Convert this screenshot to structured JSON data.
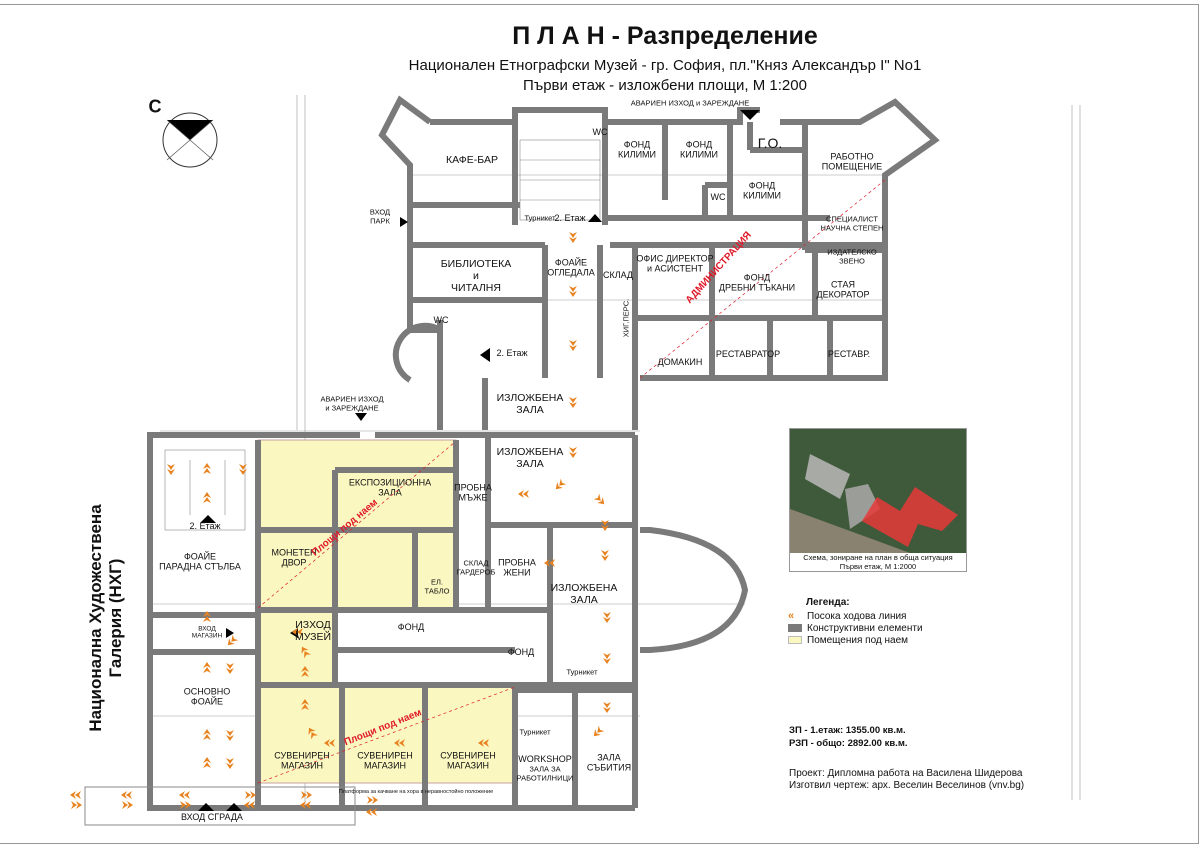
{
  "header": {
    "title": "П Л А Н - Разпределение",
    "subtitle": "Национален Етнографски Музей - гр. София, пл.\"Княз Александър I\" No1",
    "subtitle2": "Първи етаж - изложбени площи, М 1:200"
  },
  "compass": {
    "north_label": "С"
  },
  "neighbor": "Национална Художествена\nГалерия (НХГ)",
  "rooms": [
    "КАФЕ-БАР",
    "ФОНД\nКИЛИМИ",
    "ФОНД\nКИЛИМИ",
    "Г.О.",
    "РАБОТНО\nПОМЕЩЕНИЕ",
    "WC",
    "WC",
    "ФОНД\nКИЛИМИ",
    "СПЕЦИАЛИСТ\nНАУЧНА СТЕПЕН",
    "ИЗДАТЕЛСКО\nЗВЕНО",
    "БИБЛИОТЕКА\nи\nЧИТАЛНЯ",
    "ФОАЙЕ\nОГЛЕДАЛА",
    "СКЛАД",
    "ОФИС ДИРЕКТОР\nи АСИСТЕНТ",
    "ФОНД\nДРЕБНИ ТЪКАНИ",
    "СТАЯ\nДЕКОРАТОР",
    "WC",
    "ХИГ.ПЕРС.",
    "ДОМАКИН",
    "РЕСТАВРАТОР",
    "РЕСТАВР.",
    "ИЗЛОЖБЕНА\nЗАЛА",
    "ИЗЛОЖБЕНА\nЗАЛА",
    "ЕКСПОЗИЦИОННА\nЗАЛА",
    "ПРОБНА\nМЪЖЕ",
    "МОНЕТЕН\nДВОР",
    "ЕЛ.\nТАБЛО",
    "СКЛАД\nГАРДЕРОБ",
    "ПРОБНА\nЖЕНИ",
    "ИЗЛОЖБЕНА\nЗАЛА",
    "ФОАЙЕ\nПАРАДНА СТЪЛБА",
    "ИЗХОД\nМУЗЕЙ",
    "ФОНД",
    "ФОНД",
    "ОСНОВНО\nФОАЙЕ",
    "СУВЕНИРЕН\nМАГАЗИН",
    "СУВЕНИРЕН\nМАГАЗИН",
    "СУВЕНИРЕН\nМАГАЗИН",
    "WORKSHOP",
    "ЗАЛА ЗА\nРАБОТИЛНИЦИ",
    "ЗАЛА\nСЪБИТИЯ"
  ],
  "annotations": {
    "floor2": "2. Етаж",
    "turnstile": "Турникет",
    "emergency_top": "АВАРИЕН ИЗХОД и ЗАРЕЖДАНЕ",
    "emergency_left": "АВАРИЕН ИЗХОД\nи ЗАРЕЖДАНЕ",
    "entrance_park": "ВХОД\nПАРК",
    "entrance_shop": "ВХОД\nМАГАЗИН",
    "entrance_building": "ВХОД СГРАДА",
    "administration": "АДМИНИСТРАЦИЯ",
    "rented": "Площи под наем",
    "platform": "Платформа за качване на хора в неравностойно положение"
  },
  "site_map": {
    "caption": "Схема, зониране на план в обща ситуация\nПърви етаж, М 1:2000"
  },
  "legend": {
    "title": "Легенда:",
    "items": [
      {
        "label": "Посока ходова линия",
        "color": "#e8821e"
      },
      {
        "label": "Конструктивни елементи",
        "color": "#7a7a7a"
      },
      {
        "label": "Помещения под наем",
        "color": "#fbf7c0"
      }
    ]
  },
  "stats": {
    "line1": "ЗП - 1.етаж: 1355.00 кв.м.",
    "line2": "РЗП - общо: 2892.00 кв.м."
  },
  "credits": {
    "line1": "Проект: Дипломна работа на Василена Шидерова",
    "line2": "Изготвил чертеж: арх. Веселин Веселинов (vnv.bg)"
  },
  "colors": {
    "wall": "#7a7a7a",
    "rented": "#fbf7c0",
    "arrow": "#e8821e",
    "accent": "#e0192a"
  }
}
